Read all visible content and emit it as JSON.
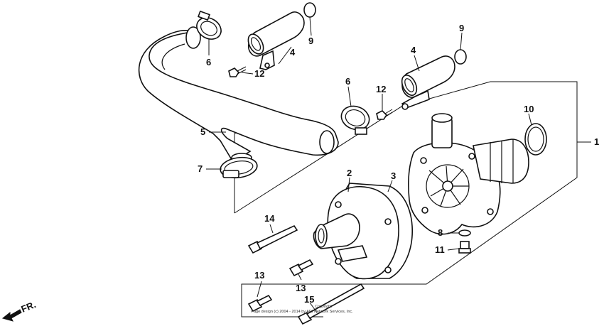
{
  "diagram": {
    "callouts": {
      "c1": "1",
      "c2": "2",
      "c3": "3",
      "c4a": "4",
      "c4b": "4",
      "c5": "5",
      "c6a": "6",
      "c6b": "6",
      "c7": "7",
      "c8": "8",
      "c9a": "9",
      "c9b": "9",
      "c10": "10",
      "c11": "11",
      "c12a": "12",
      "c12b": "12",
      "c13a": "13",
      "c13b": "13",
      "c14": "14",
      "c15": "15"
    },
    "direction_label": "FR.",
    "copyright_line1": "Copyright",
    "copyright_line2": "Page design (c) 2004 - 2014 by ARI Network Services, Inc."
  }
}
